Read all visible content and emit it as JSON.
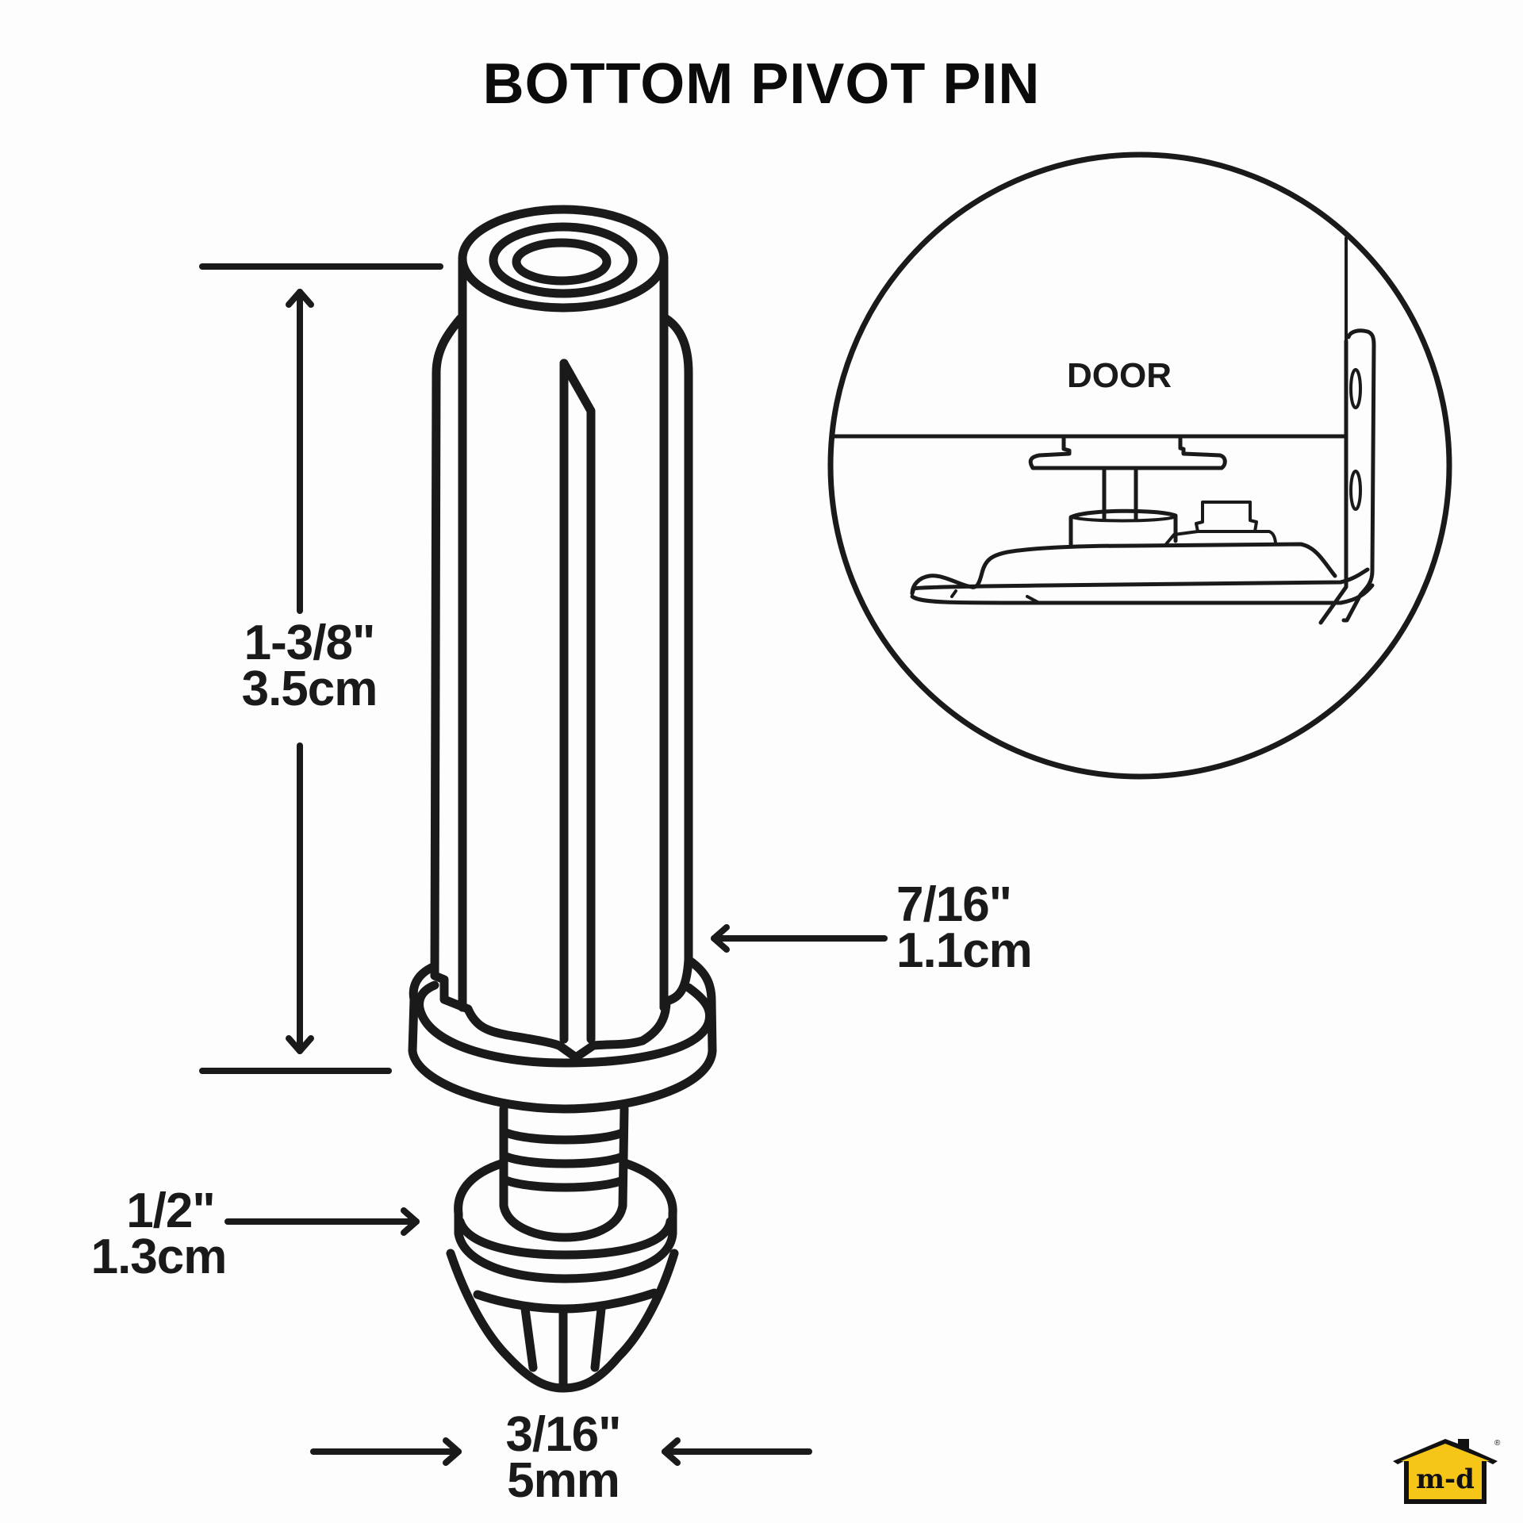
{
  "title": "BOTTOM PIVOT PIN",
  "colors": {
    "line": "#1a1a1a",
    "background": "#fdfdfd",
    "brand_yellow": "#f5c518"
  },
  "dimensions": {
    "length": {
      "imperial": "1-3/8\"",
      "metric": "3.5cm"
    },
    "body_diameter": {
      "imperial": "7/16\"",
      "metric": "1.1cm"
    },
    "flange_diameter": {
      "imperial": "1/2\"",
      "metric": "1.3cm"
    },
    "tip_diameter": {
      "imperial": "3/16\"",
      "metric": "5mm"
    }
  },
  "inset": {
    "label": "DOOR"
  },
  "logo": {
    "text": "m-d",
    "registered": "®"
  }
}
